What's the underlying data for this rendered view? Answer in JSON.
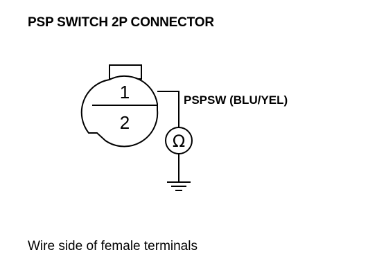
{
  "title": "PSP SWITCH 2P CONNECTOR",
  "connector": {
    "pins": [
      "1",
      "2"
    ]
  },
  "wire_label": "PSPSW (BLU/YEL)",
  "meter_symbol": "Ω",
  "caption": "Wire side of female terminals",
  "colors": {
    "ink": "#000000",
    "background": "#ffffff"
  }
}
